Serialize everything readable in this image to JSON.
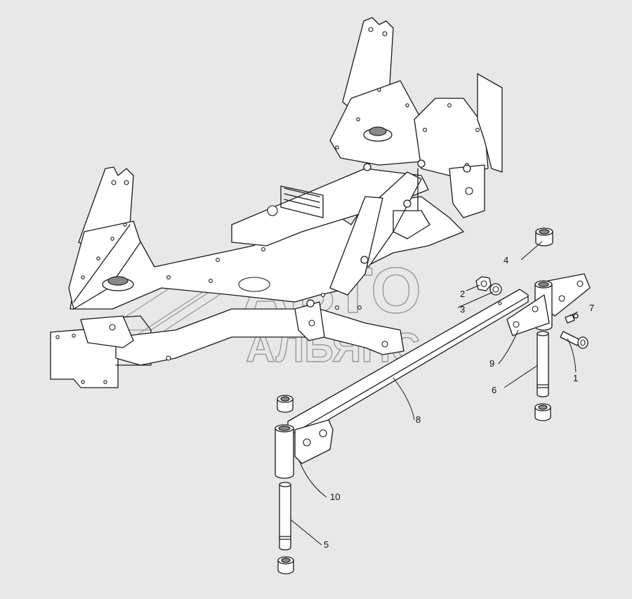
{
  "watermark": {
    "line1": "АВТО",
    "line2": "АЛЬЯНС"
  },
  "callouts": [
    {
      "id": "c1",
      "label": "1"
    },
    {
      "id": "c2",
      "label": "2"
    },
    {
      "id": "c3",
      "label": "3"
    },
    {
      "id": "c4",
      "label": "4"
    },
    {
      "id": "c5",
      "label": "5"
    },
    {
      "id": "c6",
      "label": "6"
    },
    {
      "id": "c7",
      "label": "7"
    },
    {
      "id": "c8",
      "label": "8"
    },
    {
      "id": "c9",
      "label": "9"
    },
    {
      "id": "c10",
      "label": "10"
    }
  ],
  "colors": {
    "background": "#e8e8e8",
    "line": "#1a1a1a",
    "watermark": "#9a9a9a"
  }
}
